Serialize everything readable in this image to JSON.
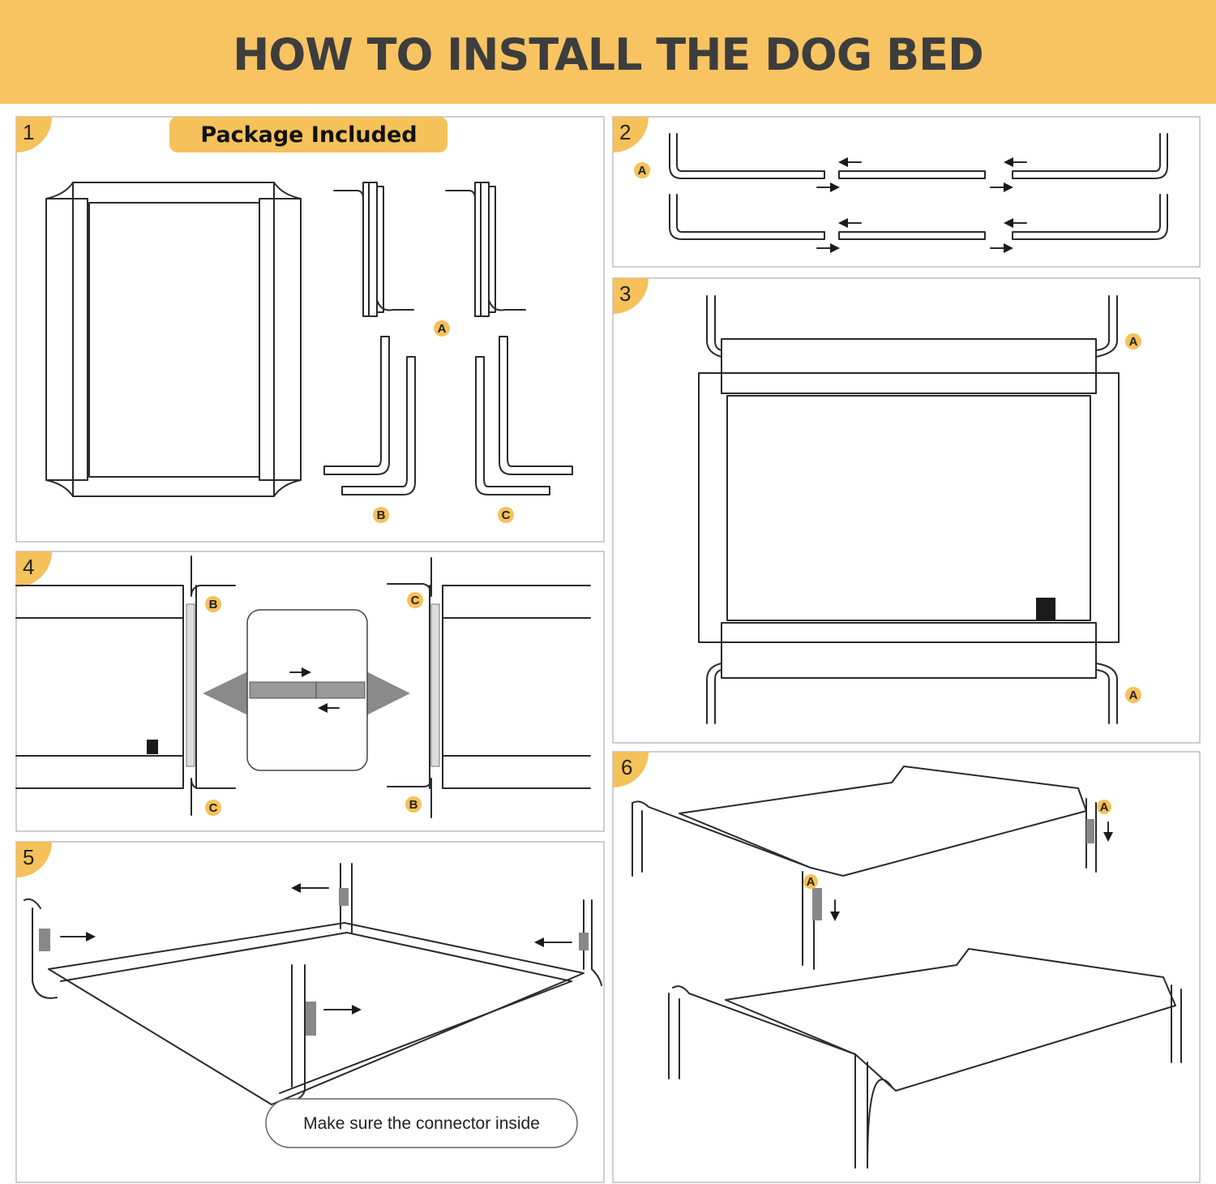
{
  "header": {
    "title": "HOW TO INSTALL THE DOG BED"
  },
  "colors": {
    "accent": "#f8c462",
    "badge": "#f5c15a",
    "title_text": "#3d3d3d"
  },
  "steps": [
    {
      "number": "1",
      "heading": "Package Included",
      "labels": [
        "A",
        "B",
        "C"
      ]
    },
    {
      "number": "2",
      "labels": [
        "A"
      ]
    },
    {
      "number": "3",
      "labels": [
        "A",
        "A"
      ]
    },
    {
      "number": "4",
      "labels": [
        "B",
        "C",
        "C",
        "B"
      ]
    },
    {
      "number": "5",
      "caption": "Make sure the connector inside"
    },
    {
      "number": "6",
      "labels": [
        "A",
        "A"
      ]
    }
  ]
}
